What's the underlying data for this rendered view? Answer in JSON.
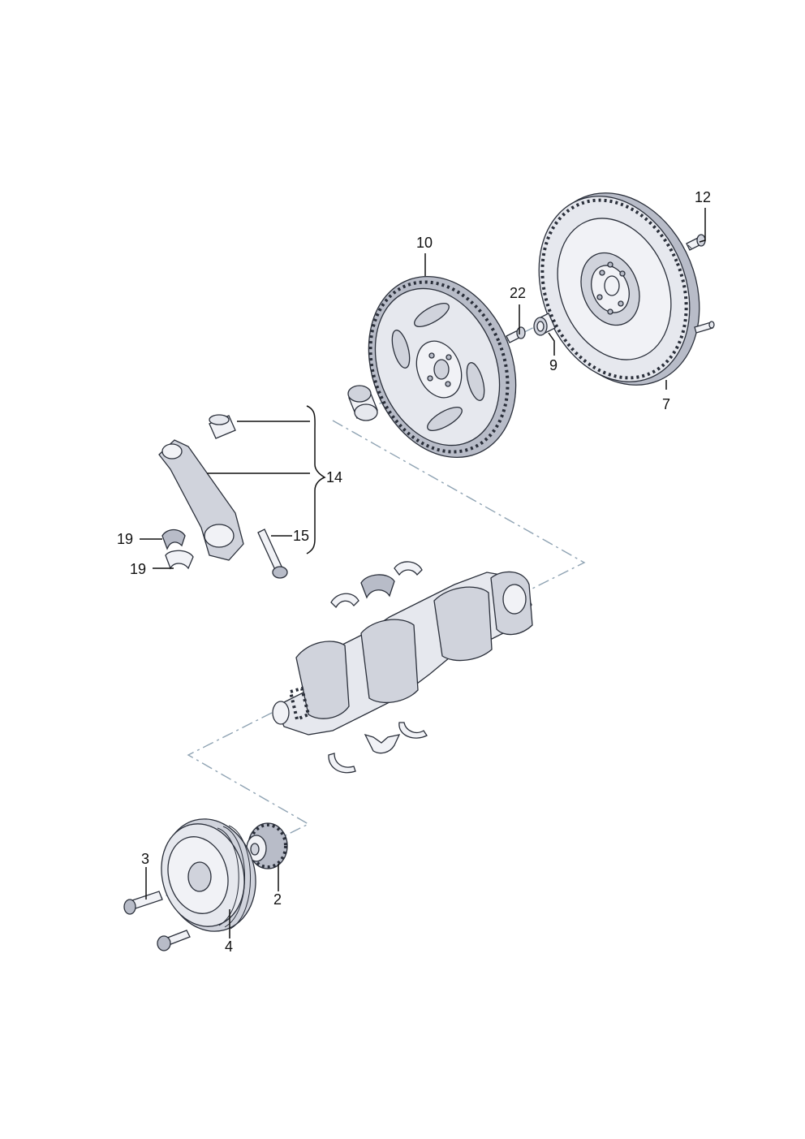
{
  "diagram": {
    "callouts": {
      "c2": "2",
      "c3": "3",
      "c4": "4",
      "c7": "7",
      "c9": "9",
      "c10": "10",
      "c12": "12",
      "c14": "14",
      "c15": "15",
      "c19a": "19",
      "c19b": "19",
      "c22": "22"
    }
  }
}
